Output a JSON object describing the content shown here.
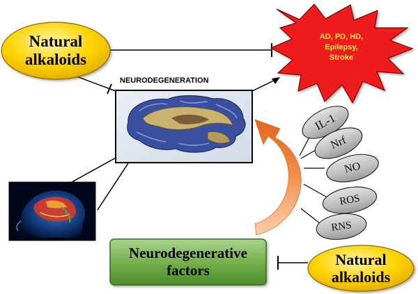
{
  "alkaloids_top": {
    "line1": "Natural",
    "line2": "alkaloids"
  },
  "alkaloids_bottom": {
    "line1": "Natural",
    "line2": "alkaloids"
  },
  "diseases": {
    "line1": "AD, PD, HD,",
    "line2": "Epilepsy,",
    "line3": "Stroke"
  },
  "neurodegeneration_label": "NEURODEGENERATION",
  "factors": [
    "IL-1",
    "Nrf",
    "NO",
    "ROS",
    "RNS"
  ],
  "neurodegenerative_factors": {
    "line1": "Neurodegenerative",
    "line2": "factors"
  },
  "colors": {
    "alkaloid_fill": "#ffd400",
    "burst_fill": "#ee1c1c",
    "burst_text": "#ffe94a",
    "factor_fill": "#bdbdbd",
    "box_fill": "#70ad47",
    "curved_arrow": "#ed7d31"
  }
}
